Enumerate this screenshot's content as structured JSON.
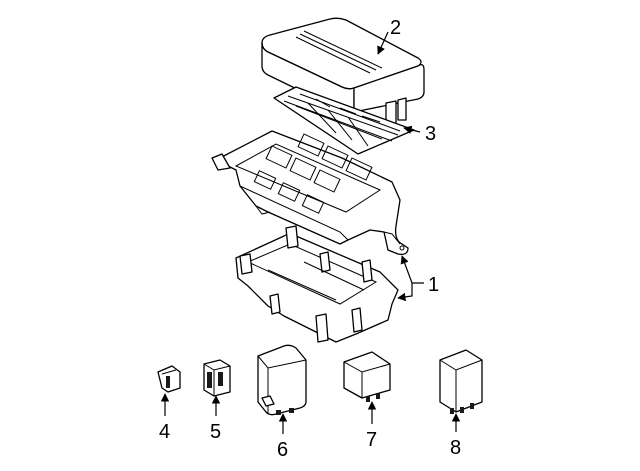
{
  "callouts": {
    "c1": "1",
    "c2": "2",
    "c3": "3",
    "c4": "4",
    "c5": "5",
    "c6": "6",
    "c7": "7",
    "c8": "8"
  },
  "icons": {
    "cover": "fuse-box-cover",
    "label": "fuse-label-sheet",
    "upper_housing": "fuse-box-upper-housing",
    "lower_housing": "fuse-box-lower-housing",
    "fuse_blade": "blade-fuse",
    "fuse_cartridge": "cartridge-fuse",
    "relay_large": "relay-large",
    "relay_small": "relay-small",
    "relay_tall": "relay-tall"
  },
  "colors": {
    "line": "#000000",
    "background": "#ffffff"
  }
}
